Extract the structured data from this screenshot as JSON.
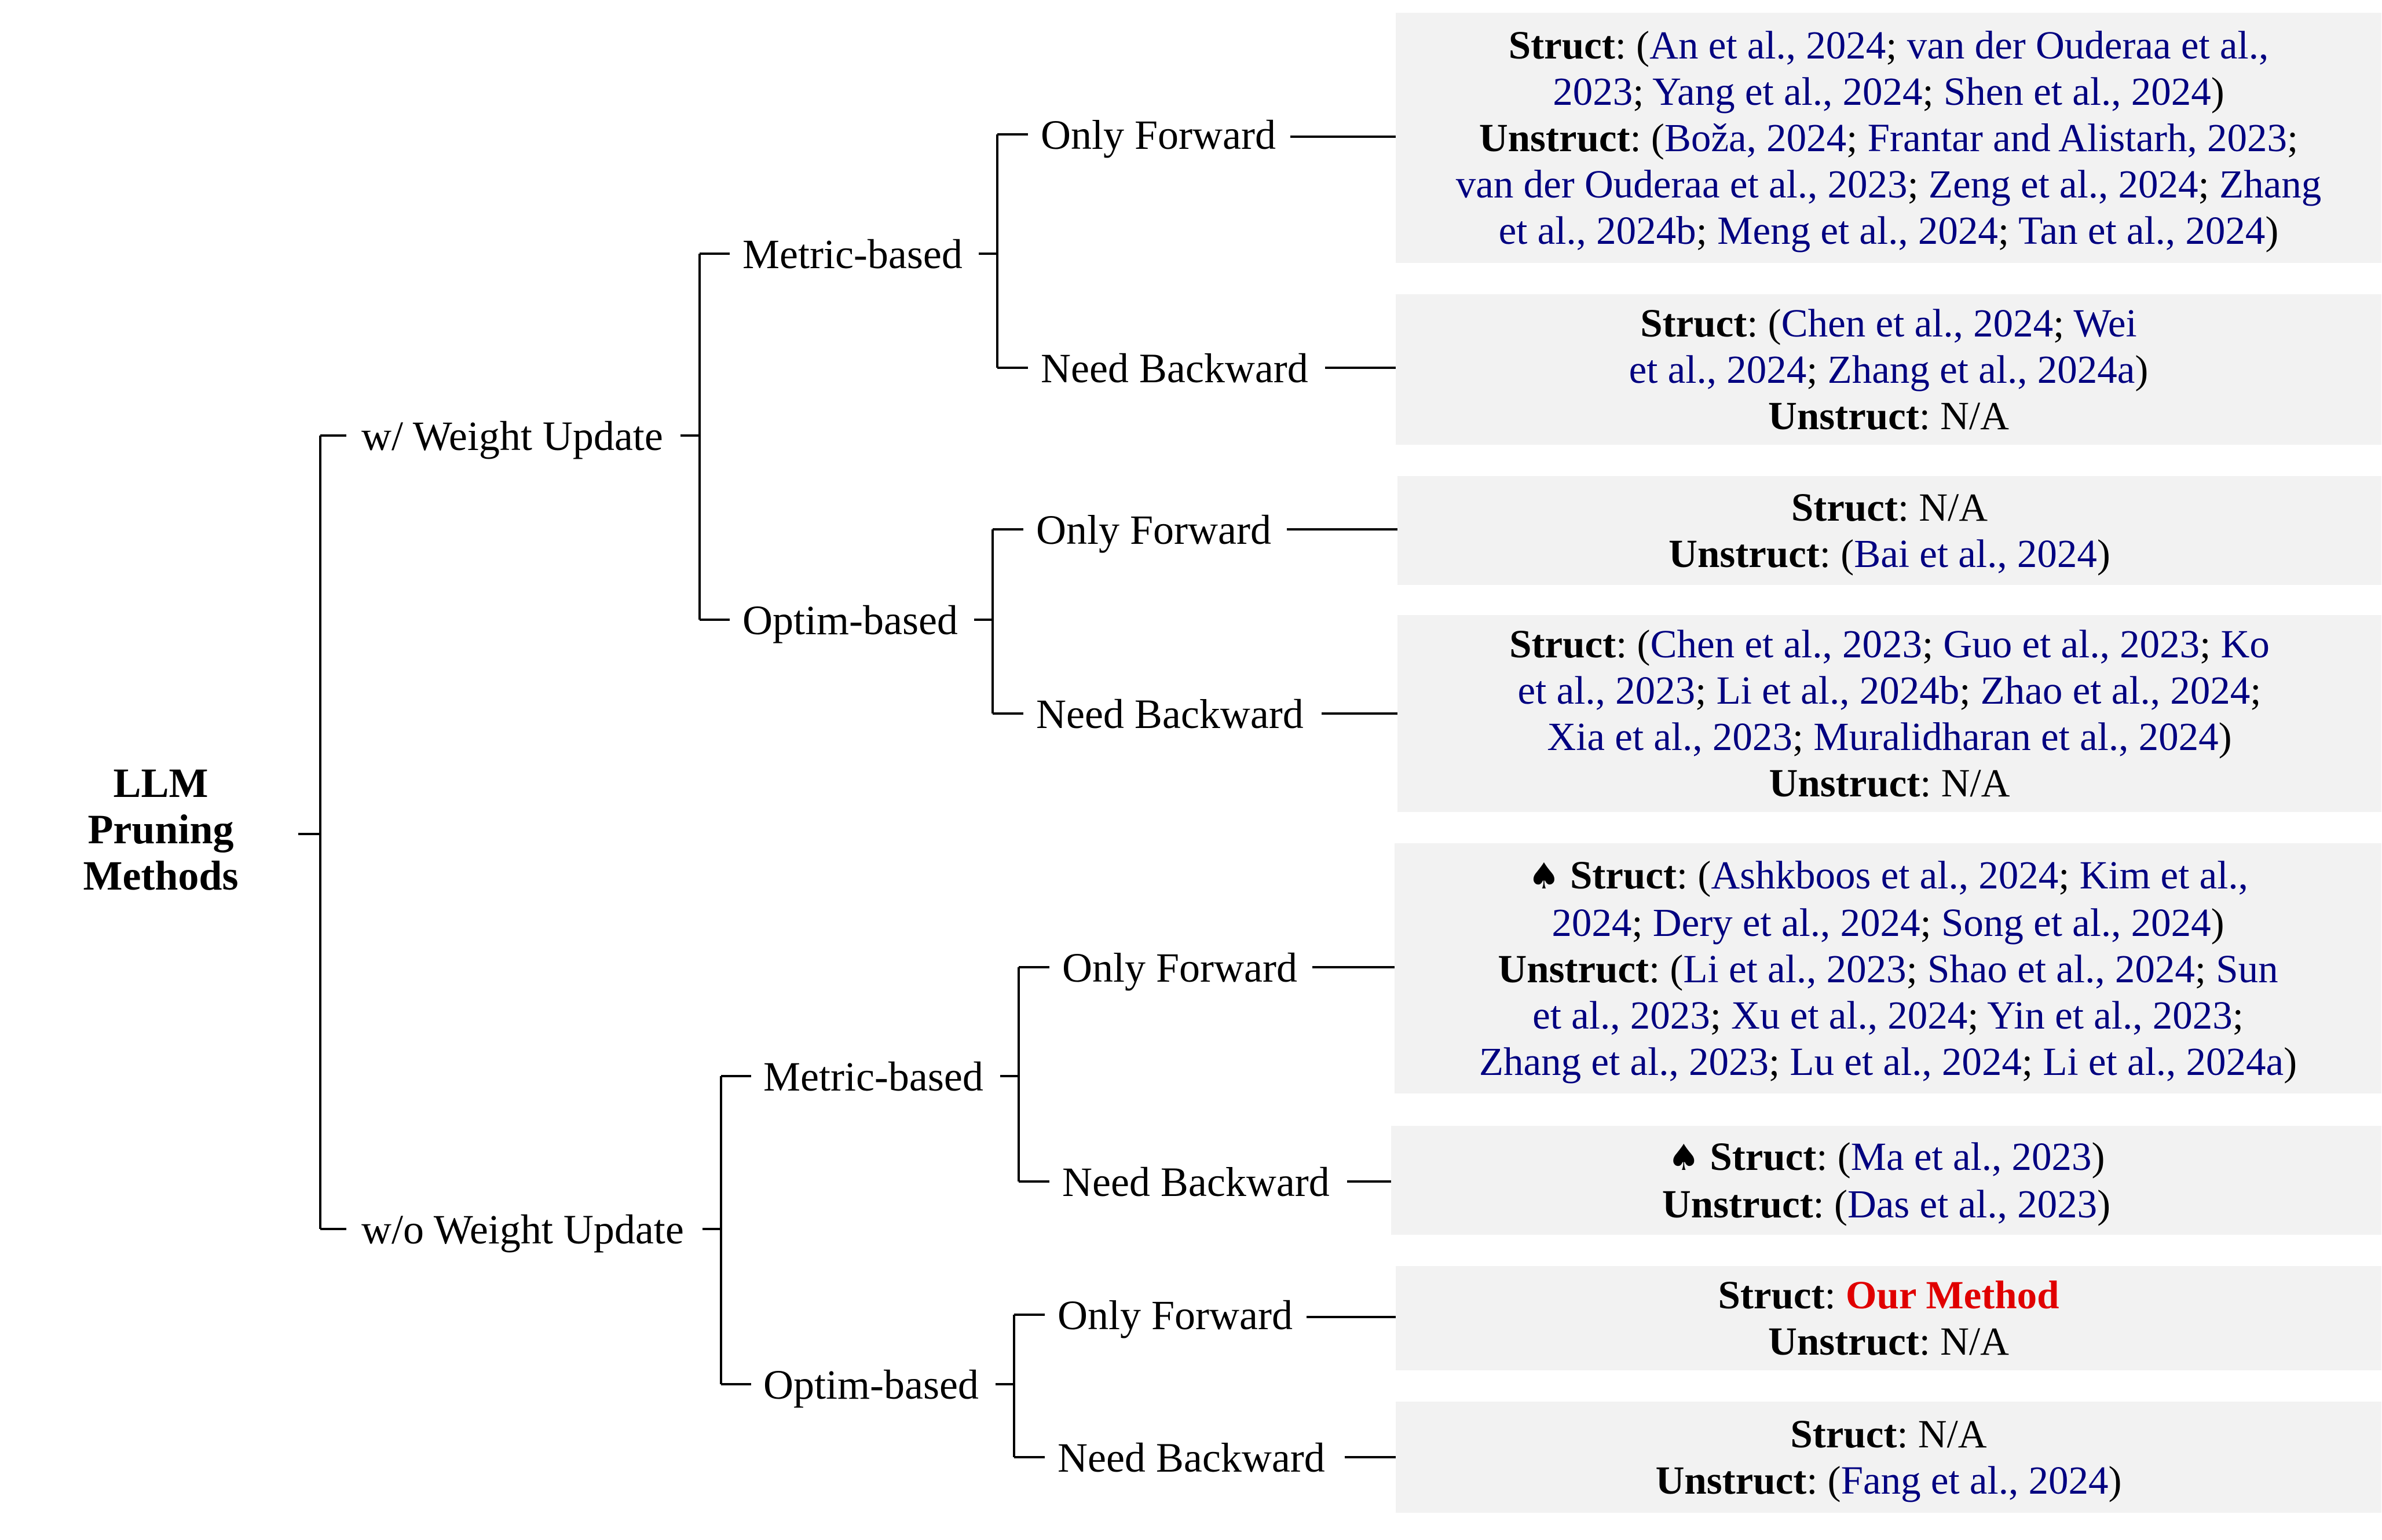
{
  "root": {
    "lines": [
      "LLM",
      "Pruning",
      "Methods"
    ]
  },
  "level1": [
    {
      "id": "w",
      "label": "w/ Weight Update"
    },
    {
      "id": "wo",
      "label": "w/o Weight Update"
    }
  ],
  "level2": [
    {
      "id": "w-metric",
      "label": "Metric-based"
    },
    {
      "id": "w-optim",
      "label": "Optim-based"
    },
    {
      "id": "wo-metric",
      "label": "Metric-based"
    },
    {
      "id": "wo-optim",
      "label": "Optim-based"
    }
  ],
  "level3": [
    {
      "id": "l1",
      "label": "Only Forward"
    },
    {
      "id": "l2",
      "label": "Need Backward"
    },
    {
      "id": "l3",
      "label": "Only Forward"
    },
    {
      "id": "l4",
      "label": "Need Backward"
    },
    {
      "id": "l5",
      "label": "Only Forward"
    },
    {
      "id": "l6",
      "label": "Need Backward"
    },
    {
      "id": "l7",
      "label": "Only Forward"
    },
    {
      "id": "l8",
      "label": "Need Backward"
    }
  ],
  "symbols": {
    "spade": "♠",
    "struct": "Struct",
    "unstruct": "Unstruct",
    "na": "N/A",
    "our_method": "Our Method"
  },
  "leaves": [
    {
      "id": "l1",
      "lines": [
        [
          {
            "t": "l",
            "v": "Struct"
          },
          {
            "t": "p",
            "v": ":  ("
          },
          {
            "t": "c",
            "v": "An et al., 2024"
          },
          {
            "t": "p",
            "v": "; "
          },
          {
            "t": "c",
            "v": "van der Ouderaa et al.,"
          }
        ],
        [
          {
            "t": "c",
            "v": "2023"
          },
          {
            "t": "p",
            "v": "; "
          },
          {
            "t": "c",
            "v": "Yang et al., 2024"
          },
          {
            "t": "p",
            "v": "; "
          },
          {
            "t": "c",
            "v": "Shen et al., 2024"
          },
          {
            "t": "p",
            "v": ")"
          }
        ],
        [
          {
            "t": "l",
            "v": "Unstruct"
          },
          {
            "t": "p",
            "v": ":  ("
          },
          {
            "t": "c",
            "v": "Boža, 2024"
          },
          {
            "t": "p",
            "v": "; "
          },
          {
            "t": "c",
            "v": "Frantar and Alistarh, 2023"
          },
          {
            "t": "p",
            "v": ";"
          }
        ],
        [
          {
            "t": "c",
            "v": "van der Ouderaa et al., 2023"
          },
          {
            "t": "p",
            "v": "; "
          },
          {
            "t": "c",
            "v": "Zeng et al., 2024"
          },
          {
            "t": "p",
            "v": "; "
          },
          {
            "t": "c",
            "v": "Zhang"
          }
        ],
        [
          {
            "t": "c",
            "v": "et al., 2024b"
          },
          {
            "t": "p",
            "v": "; "
          },
          {
            "t": "c",
            "v": "Meng et al., 2024"
          },
          {
            "t": "p",
            "v": "; "
          },
          {
            "t": "c",
            "v": "Tan et al., 2024"
          },
          {
            "t": "p",
            "v": ")"
          }
        ]
      ]
    },
    {
      "id": "l2",
      "lines": [
        [
          {
            "t": "l",
            "v": "Struct"
          },
          {
            "t": "p",
            "v": ":  ("
          },
          {
            "t": "c",
            "v": "Chen et al., 2024"
          },
          {
            "t": "p",
            "v": "; "
          },
          {
            "t": "c",
            "v": "Wei"
          }
        ],
        [
          {
            "t": "c",
            "v": "et al., 2024"
          },
          {
            "t": "p",
            "v": "; "
          },
          {
            "t": "c",
            "v": "Zhang et al., 2024a"
          },
          {
            "t": "p",
            "v": ")"
          }
        ],
        [
          {
            "t": "l",
            "v": "Unstruct"
          },
          {
            "t": "p",
            "v": ":  N/A"
          }
        ]
      ]
    },
    {
      "id": "l3",
      "lines": [
        [
          {
            "t": "l",
            "v": "Struct"
          },
          {
            "t": "p",
            "v": ":  N/A"
          }
        ],
        [
          {
            "t": "l",
            "v": "Unstruct"
          },
          {
            "t": "p",
            "v": ":  ("
          },
          {
            "t": "c",
            "v": "Bai et al., 2024"
          },
          {
            "t": "p",
            "v": ")"
          }
        ]
      ]
    },
    {
      "id": "l4",
      "lines": [
        [
          {
            "t": "l",
            "v": "Struct"
          },
          {
            "t": "p",
            "v": ":  ("
          },
          {
            "t": "c",
            "v": "Chen et al., 2023"
          },
          {
            "t": "p",
            "v": "; "
          },
          {
            "t": "c",
            "v": "Guo et al., 2023"
          },
          {
            "t": "p",
            "v": "; "
          },
          {
            "t": "c",
            "v": "Ko"
          }
        ],
        [
          {
            "t": "c",
            "v": "et al., 2023"
          },
          {
            "t": "p",
            "v": "; "
          },
          {
            "t": "c",
            "v": "Li et al., 2024b"
          },
          {
            "t": "p",
            "v": "; "
          },
          {
            "t": "c",
            "v": "Zhao et al., 2024"
          },
          {
            "t": "p",
            "v": ";"
          }
        ],
        [
          {
            "t": "c",
            "v": "Xia et al., 2023"
          },
          {
            "t": "p",
            "v": "; "
          },
          {
            "t": "c",
            "v": "Muralidharan et al., 2024"
          },
          {
            "t": "p",
            "v": ")"
          }
        ],
        [
          {
            "t": "l",
            "v": "Unstruct"
          },
          {
            "t": "p",
            "v": ":  N/A"
          }
        ]
      ]
    },
    {
      "id": "l5",
      "lines": [
        [
          {
            "t": "s",
            "v": "♠"
          },
          {
            "t": "p",
            "v": " "
          },
          {
            "t": "l",
            "v": "Struct"
          },
          {
            "t": "p",
            "v": ":  ("
          },
          {
            "t": "c",
            "v": "Ashkboos et al., 2024"
          },
          {
            "t": "p",
            "v": "; "
          },
          {
            "t": "c",
            "v": "Kim et al.,"
          }
        ],
        [
          {
            "t": "c",
            "v": "2024"
          },
          {
            "t": "p",
            "v": "; "
          },
          {
            "t": "c",
            "v": "Dery et al., 2024"
          },
          {
            "t": "p",
            "v": "; "
          },
          {
            "t": "c",
            "v": "Song et al., 2024"
          },
          {
            "t": "p",
            "v": ")"
          }
        ],
        [
          {
            "t": "l",
            "v": "Unstruct"
          },
          {
            "t": "p",
            "v": ":  ("
          },
          {
            "t": "c",
            "v": "Li et al., 2023"
          },
          {
            "t": "p",
            "v": "; "
          },
          {
            "t": "c",
            "v": "Shao et al., 2024"
          },
          {
            "t": "p",
            "v": "; "
          },
          {
            "t": "c",
            "v": "Sun"
          }
        ],
        [
          {
            "t": "c",
            "v": "et al., 2023"
          },
          {
            "t": "p",
            "v": "; "
          },
          {
            "t": "c",
            "v": "Xu et al., 2024"
          },
          {
            "t": "p",
            "v": "; "
          },
          {
            "t": "c",
            "v": "Yin et al., 2023"
          },
          {
            "t": "p",
            "v": ";"
          }
        ],
        [
          {
            "t": "c",
            "v": "Zhang et al., 2023"
          },
          {
            "t": "p",
            "v": "; "
          },
          {
            "t": "c",
            "v": "Lu et al., 2024"
          },
          {
            "t": "p",
            "v": "; "
          },
          {
            "t": "c",
            "v": "Li et al., 2024a"
          },
          {
            "t": "p",
            "v": ")"
          }
        ]
      ]
    },
    {
      "id": "l6",
      "lines": [
        [
          {
            "t": "s",
            "v": "♠"
          },
          {
            "t": "p",
            "v": " "
          },
          {
            "t": "l",
            "v": "Struct"
          },
          {
            "t": "p",
            "v": ":  ("
          },
          {
            "t": "c",
            "v": "Ma et al., 2023"
          },
          {
            "t": "p",
            "v": ")"
          }
        ],
        [
          {
            "t": "l",
            "v": "Unstruct"
          },
          {
            "t": "p",
            "v": ":  ("
          },
          {
            "t": "c",
            "v": "Das et al., 2023"
          },
          {
            "t": "p",
            "v": ")"
          }
        ]
      ]
    },
    {
      "id": "l7",
      "lines": [
        [
          {
            "t": "l",
            "v": "Struct"
          },
          {
            "t": "p",
            "v": ":  "
          },
          {
            "t": "o",
            "v": "Our Method"
          }
        ],
        [
          {
            "t": "l",
            "v": "Unstruct"
          },
          {
            "t": "p",
            "v": ":  N/A"
          }
        ]
      ]
    },
    {
      "id": "l8",
      "lines": [
        [
          {
            "t": "l",
            "v": "Struct"
          },
          {
            "t": "p",
            "v": ":  N/A"
          }
        ],
        [
          {
            "t": "l",
            "v": "Unstruct"
          },
          {
            "t": "p",
            "v": ":  ("
          },
          {
            "t": "c",
            "v": "Fang et al., 2024"
          },
          {
            "t": "p",
            "v": ")"
          }
        ]
      ]
    }
  ],
  "colors": {
    "citation": "#000080",
    "our_method": "#e00000",
    "leaf_background": "#f2f2f2",
    "line": "#000000"
  }
}
